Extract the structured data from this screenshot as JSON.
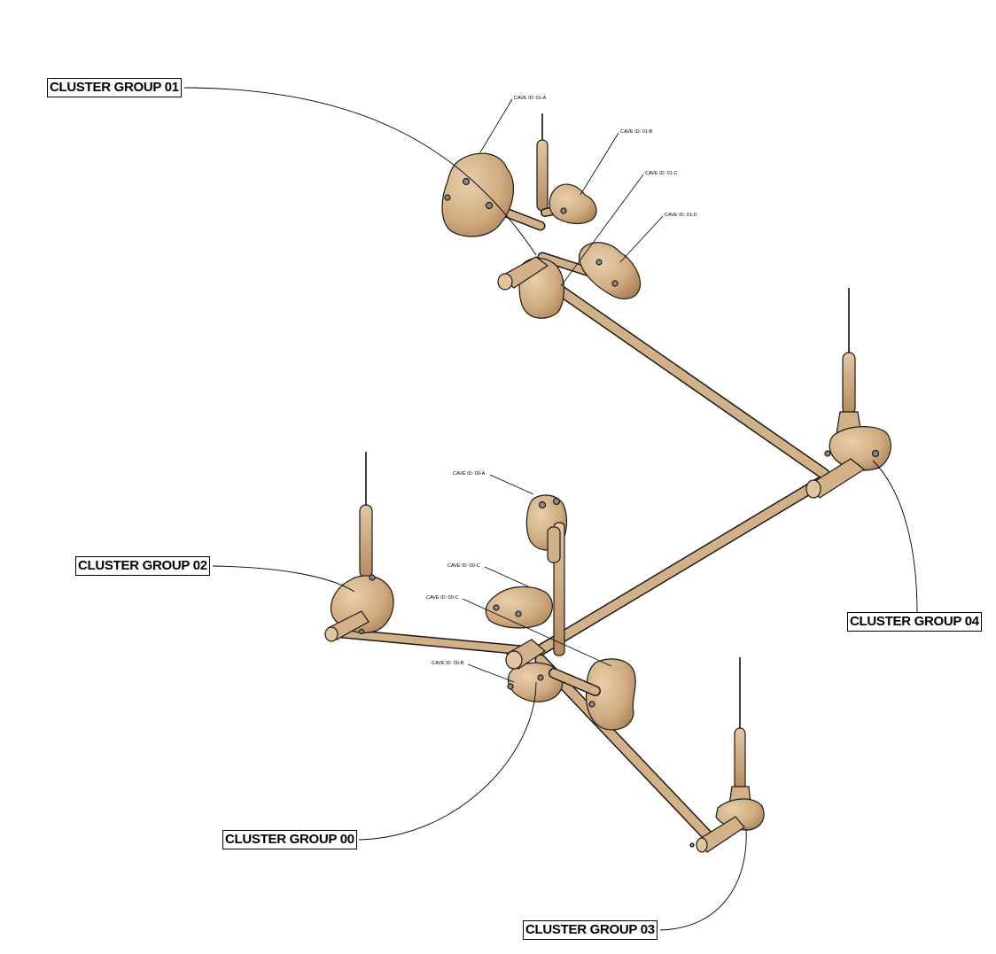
{
  "diagram": {
    "cluster_groups": [
      {
        "id": "g01",
        "label": "CLUSTER GROUP 01"
      },
      {
        "id": "g02",
        "label": "CLUSTER GROUP 02"
      },
      {
        "id": "g04",
        "label": "CLUSTER GROUP 04"
      },
      {
        "id": "g00",
        "label": "CLUSTER GROUP 00"
      },
      {
        "id": "g03",
        "label": "CLUSTER GROUP 03"
      }
    ],
    "cave_ids": {
      "c01a": "CAVE ID: 01-A",
      "c01b": "CAVE ID: 01-B",
      "c01c": "CAVE ID: 01-C",
      "c01d": "CAVE ID: 01-D",
      "c00a": "CAVE ID: 00-A",
      "c00c1": "CAVE ID: 00-C",
      "c00c2": "CAVE ID: 00-C",
      "c00b": "CAVE ID: 00-B"
    },
    "colors": {
      "model_fill": "#d3b187",
      "model_shade": "#b88f63",
      "outline": "#1a1a1a",
      "leader": "#000000"
    }
  }
}
